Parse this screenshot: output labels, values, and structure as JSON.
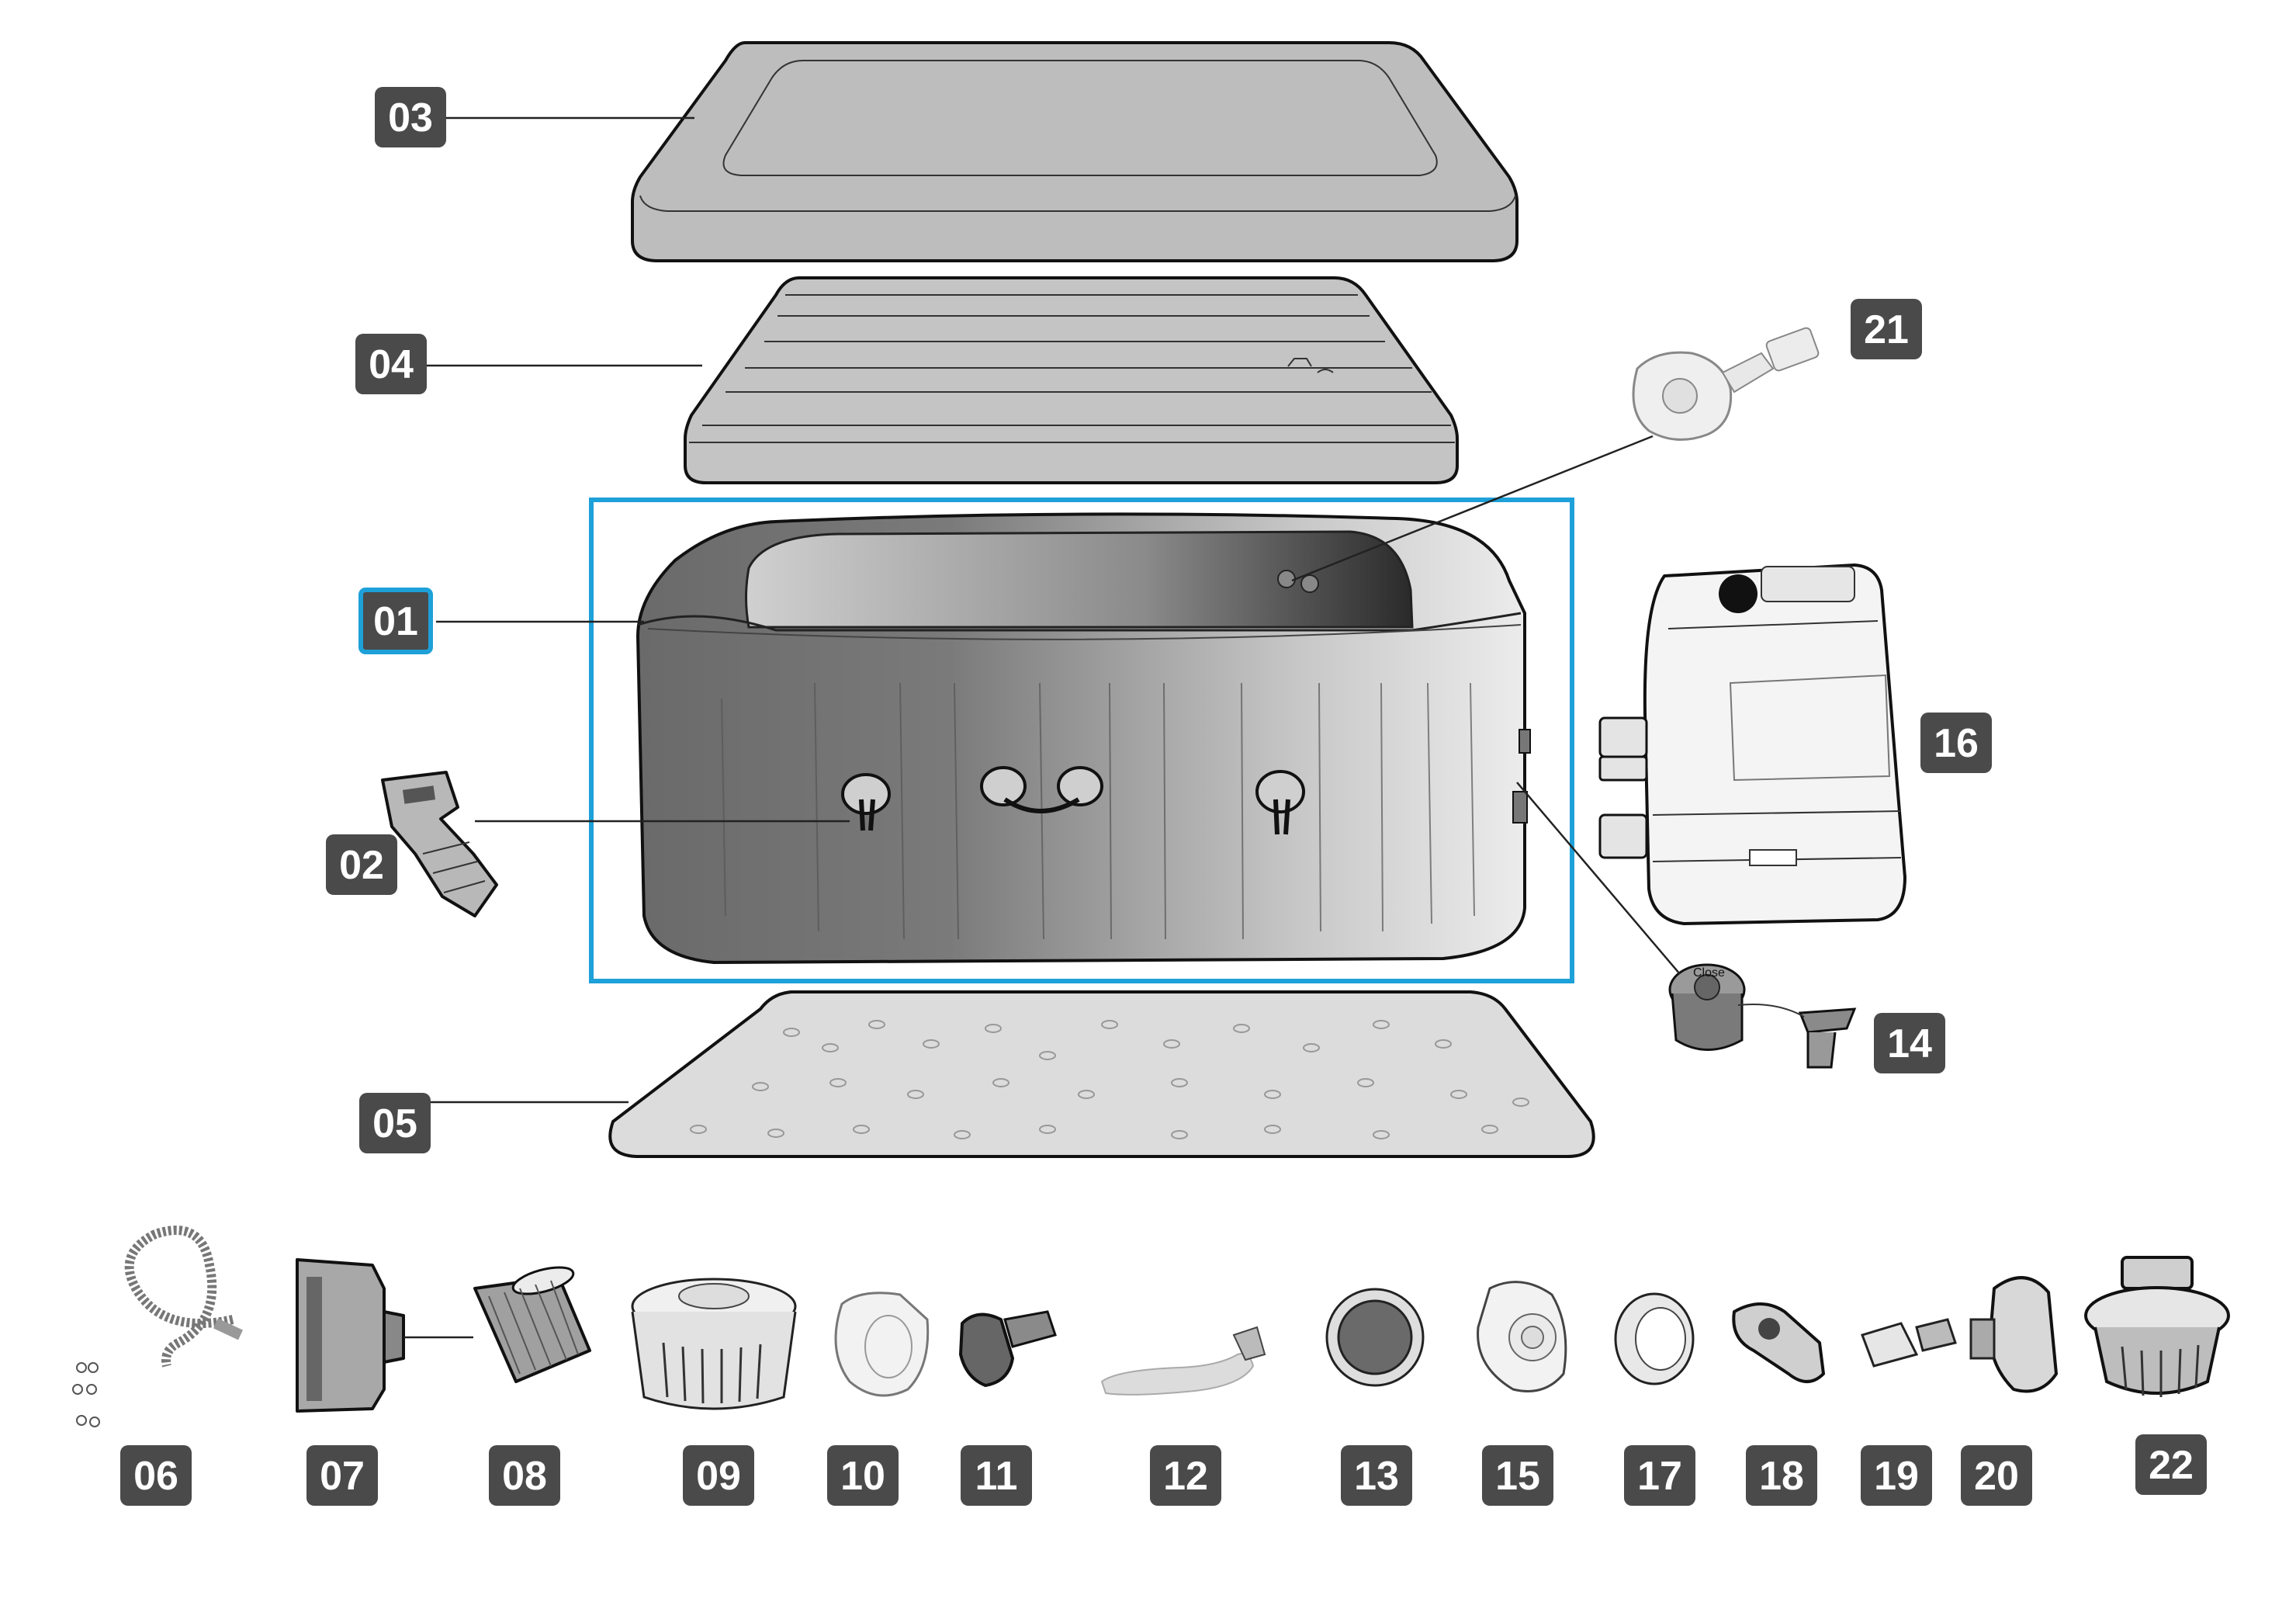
{
  "colors": {
    "badge": "#4a4a4a",
    "badge_text": "#ffffff",
    "highlight": "#1ea0d8",
    "part_fill": "#c2c2c2",
    "tub_dark": "#5a5a5a",
    "tub_light": "#e8e8e8"
  },
  "parts": [
    {
      "id": "01",
      "label": "01",
      "highlighted": true
    },
    {
      "id": "02",
      "label": "02"
    },
    {
      "id": "03",
      "label": "03"
    },
    {
      "id": "04",
      "label": "04"
    },
    {
      "id": "05",
      "label": "05"
    },
    {
      "id": "06",
      "label": "06"
    },
    {
      "id": "07",
      "label": "07"
    },
    {
      "id": "08",
      "label": "08"
    },
    {
      "id": "09",
      "label": "09"
    },
    {
      "id": "10",
      "label": "10"
    },
    {
      "id": "11",
      "label": "11"
    },
    {
      "id": "12",
      "label": "12"
    },
    {
      "id": "13",
      "label": "13"
    },
    {
      "id": "14",
      "label": "14",
      "stamp_text": "Close"
    },
    {
      "id": "15",
      "label": "15"
    },
    {
      "id": "16",
      "label": "16"
    },
    {
      "id": "17",
      "label": "17"
    },
    {
      "id": "18",
      "label": "18"
    },
    {
      "id": "19",
      "label": "19"
    },
    {
      "id": "20",
      "label": "20"
    },
    {
      "id": "21",
      "label": "21"
    },
    {
      "id": "22",
      "label": "22"
    }
  ]
}
